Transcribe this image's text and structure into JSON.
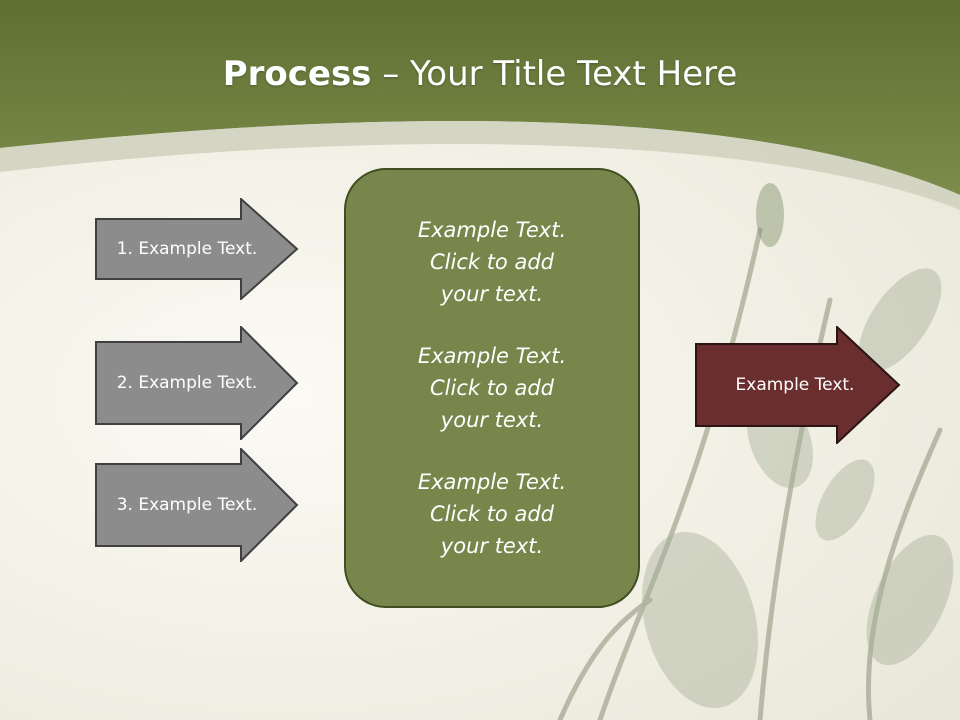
{
  "slide": {
    "title_bold": "Process",
    "title_rest": " – Your Title Text Here"
  },
  "colors": {
    "header_green": "#6f8040",
    "center_box_fill": "#78864c",
    "left_arrow_fill": "#8c8c8c",
    "right_arrow_fill": "#6b2e2e"
  },
  "left_arrows": [
    {
      "label": "1. Example Text."
    },
    {
      "label": "2. Example Text."
    },
    {
      "label": "3. Example Text."
    }
  ],
  "center_box": {
    "items": [
      {
        "text": "Example Text.\nClick  to add\nyour text."
      },
      {
        "text": "Example Text.\nClick  to add\nyour text."
      },
      {
        "text": "Example Text.\nClick  to add\nyour text."
      }
    ]
  },
  "right_arrow": {
    "label": "Example Text."
  }
}
